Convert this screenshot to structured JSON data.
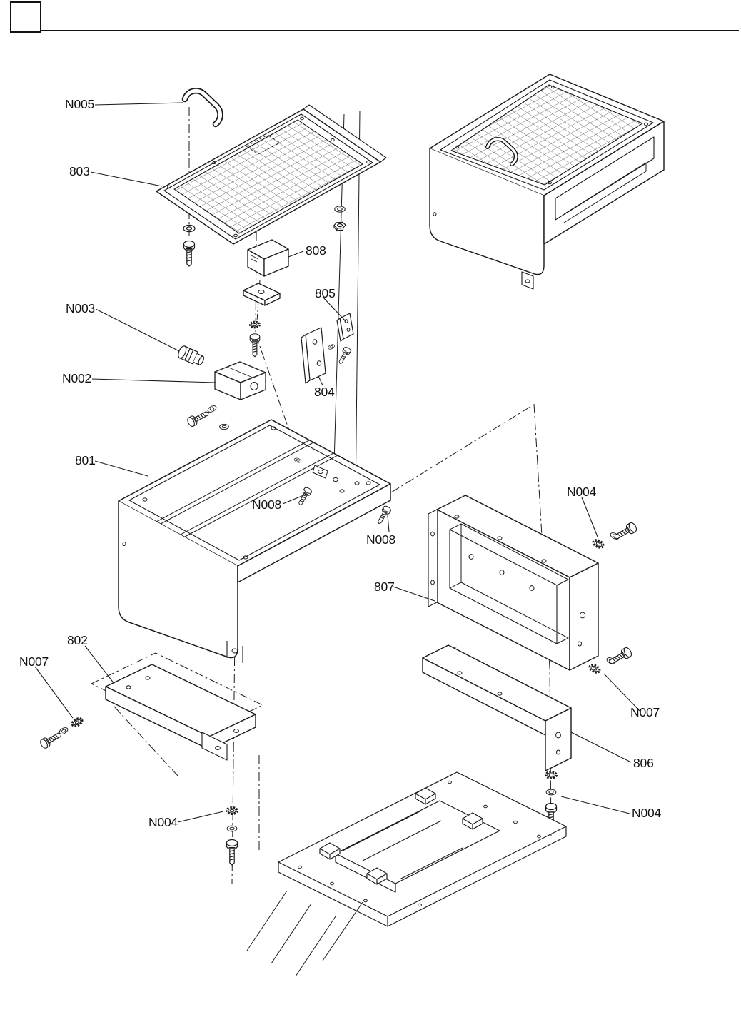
{
  "page": {
    "bg": "#ffffff",
    "ink": "#1a1a1a"
  },
  "labels": [
    {
      "text": "N005"
    },
    {
      "text": "803"
    },
    {
      "text": "808"
    },
    {
      "text": "805"
    },
    {
      "text": "N003"
    },
    {
      "text": "N002"
    },
    {
      "text": "804"
    },
    {
      "text": "801"
    },
    {
      "text": "N008"
    },
    {
      "text": "N008"
    },
    {
      "text": "N004"
    },
    {
      "text": "807"
    },
    {
      "text": "802"
    },
    {
      "text": "N007"
    },
    {
      "text": "N007"
    },
    {
      "text": "806"
    },
    {
      "text": "N004"
    },
    {
      "text": "N004"
    }
  ]
}
